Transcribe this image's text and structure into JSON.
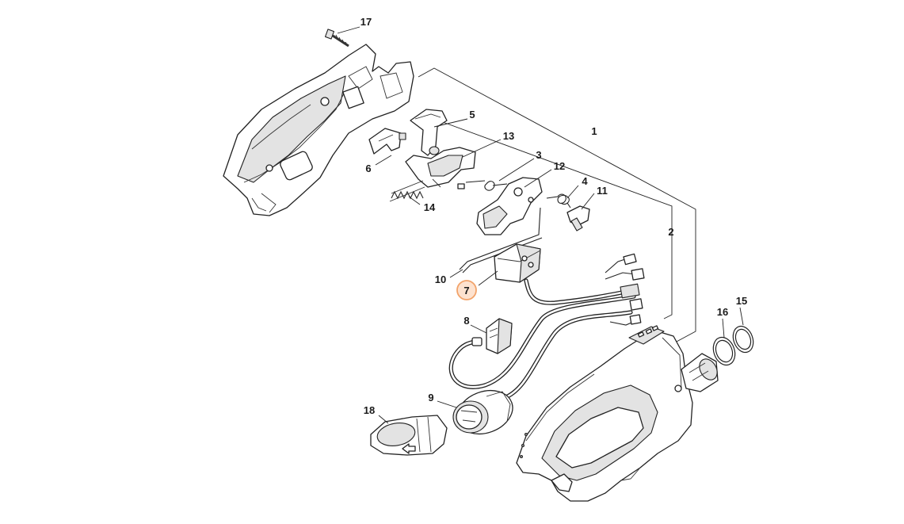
{
  "diagram": {
    "highlight_color": "#f2a36a",
    "highlight_fill": "#fde2cf",
    "callouts": [
      {
        "id": "c1",
        "label": "1"
      },
      {
        "id": "c2",
        "label": "2"
      },
      {
        "id": "c3",
        "label": "3"
      },
      {
        "id": "c4",
        "label": "4"
      },
      {
        "id": "c5",
        "label": "5"
      },
      {
        "id": "c6",
        "label": "6"
      },
      {
        "id": "c7",
        "label": "7",
        "highlighted": true
      },
      {
        "id": "c8",
        "label": "8"
      },
      {
        "id": "c9",
        "label": "9"
      },
      {
        "id": "c10",
        "label": "10"
      },
      {
        "id": "c11",
        "label": "11"
      },
      {
        "id": "c12",
        "label": "12"
      },
      {
        "id": "c13",
        "label": "13"
      },
      {
        "id": "c14",
        "label": "14"
      },
      {
        "id": "c15",
        "label": "15"
      },
      {
        "id": "c16",
        "label": "16"
      },
      {
        "id": "c17",
        "label": "17"
      },
      {
        "id": "c18",
        "label": "18"
      }
    ]
  }
}
